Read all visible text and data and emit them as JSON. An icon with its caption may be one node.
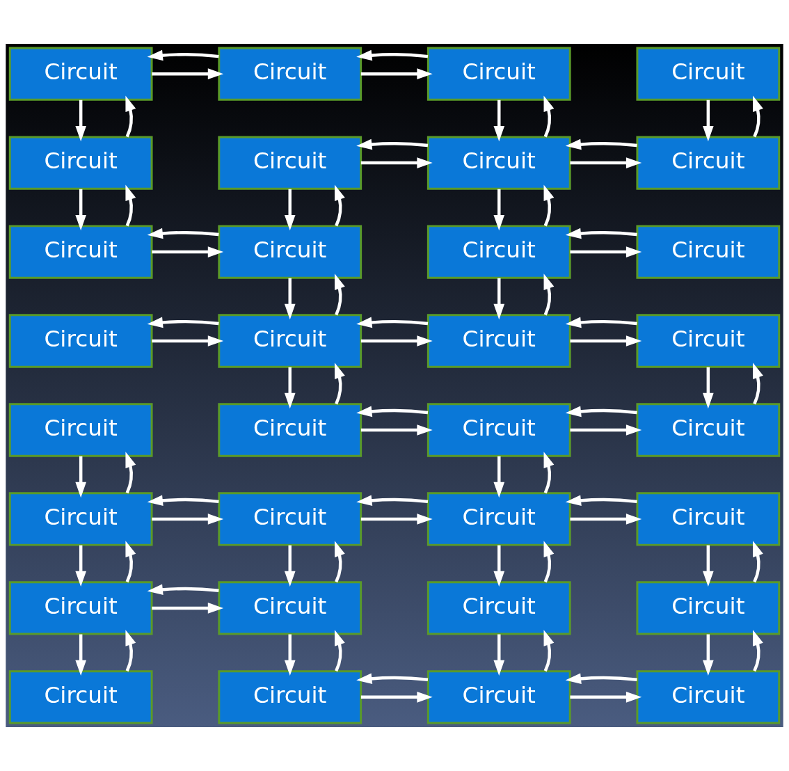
{
  "diagram": {
    "nodes": [
      {
        "text": [
          "Circuit"
        ]
      },
      {
        "text": [
          "Circuit"
        ]
      },
      {
        "text": [
          "Circuit"
        ]
      },
      {
        "text": [
          "Circuit"
        ]
      },
      {
        "text": [
          "Circuit"
        ]
      },
      {
        "text": [
          "Circuit"
        ]
      },
      {
        "text": [
          "Circuit"
        ]
      },
      {
        "text": [
          "Circuit"
        ]
      },
      {
        "text": [
          "Circuit"
        ]
      },
      {
        "text": [
          "Circuit"
        ]
      },
      {
        "text": [
          "Circuit"
        ]
      },
      {
        "text": [
          "Circuit"
        ]
      },
      {
        "text": [
          "Circuit"
        ]
      },
      {
        "text": [
          "Circuit"
        ]
      },
      {
        "text": [
          "Circuit"
        ]
      },
      {
        "text": [
          "Circuit"
        ]
      },
      {
        "text": [
          "Circuit"
        ]
      },
      {
        "text": [
          "Circuit"
        ]
      },
      {
        "text": [
          "Circuit"
        ]
      },
      {
        "text": [
          "Circuit"
        ]
      },
      {
        "text": [
          "Circuit"
        ]
      },
      {
        "text": [
          "Circuit"
        ]
      },
      {
        "text": [
          "Circuit"
        ]
      },
      {
        "text": [
          "Circuit"
        ]
      },
      {
        "text": [
          "Circuit"
        ]
      },
      {
        "text": [
          "Circuit"
        ]
      },
      {
        "text": [
          "Circuit"
        ]
      },
      {
        "text": [
          "Circuit"
        ]
      },
      {
        "text": [
          "Circuit"
        ]
      },
      {
        "text": [
          "Circuit"
        ]
      },
      {
        "text": [
          "Circuit"
        ]
      },
      {
        "text": [
          "Circuit"
        ]
      }
    ],
    "edges": [
      {
        "from": 0,
        "to": 1,
        "arrow": "to"
      },
      {
        "from": 1,
        "to": 0,
        "arrow": "to"
      },
      {
        "from": 1,
        "to": 2,
        "arrow": "to"
      },
      {
        "from": 2,
        "to": 1,
        "arrow": "to"
      },
      {
        "from": 0,
        "to": 4,
        "arrow": "to"
      },
      {
        "from": 4,
        "to": 0,
        "arrow": "to"
      },
      {
        "from": 2,
        "to": 6,
        "arrow": "to"
      },
      {
        "from": 6,
        "to": 2,
        "arrow": "to"
      },
      {
        "from": 3,
        "to": 7,
        "arrow": "to"
      },
      {
        "from": 7,
        "to": 3,
        "arrow": "to"
      },
      {
        "from": 5,
        "to": 6,
        "arrow": "to"
      },
      {
        "from": 6,
        "to": 5,
        "arrow": "to"
      },
      {
        "from": 6,
        "to": 7,
        "arrow": "to"
      },
      {
        "from": 7,
        "to": 6,
        "arrow": "to"
      },
      {
        "from": 4,
        "to": 8,
        "arrow": "to"
      },
      {
        "from": 8,
        "to": 4,
        "arrow": "to"
      },
      {
        "from": 5,
        "to": 9,
        "arrow": "to"
      },
      {
        "from": 9,
        "to": 5,
        "arrow": "to"
      },
      {
        "from": 6,
        "to": 10,
        "arrow": "to"
      },
      {
        "from": 10,
        "to": 6,
        "arrow": "to"
      },
      {
        "from": 8,
        "to": 9,
        "arrow": "to"
      },
      {
        "from": 9,
        "to": 8,
        "arrow": "to"
      },
      {
        "from": 10,
        "to": 11,
        "arrow": "to"
      },
      {
        "from": 11,
        "to": 10,
        "arrow": "to"
      },
      {
        "from": 9,
        "to": 13,
        "arrow": "to"
      },
      {
        "from": 13,
        "to": 9,
        "arrow": "to"
      },
      {
        "from": 10,
        "to": 14,
        "arrow": "to"
      },
      {
        "from": 14,
        "to": 10,
        "arrow": "to"
      },
      {
        "from": 12,
        "to": 13,
        "arrow": "to"
      },
      {
        "from": 13,
        "to": 12,
        "arrow": "to"
      },
      {
        "from": 13,
        "to": 14,
        "arrow": "to"
      },
      {
        "from": 14,
        "to": 13,
        "arrow": "to"
      },
      {
        "from": 14,
        "to": 15,
        "arrow": "to"
      },
      {
        "from": 15,
        "to": 14,
        "arrow": "to"
      },
      {
        "from": 13,
        "to": 17,
        "arrow": "to"
      },
      {
        "from": 17,
        "to": 13,
        "arrow": "to"
      },
      {
        "from": 15,
        "to": 19,
        "arrow": "to"
      },
      {
        "from": 19,
        "to": 15,
        "arrow": "to"
      },
      {
        "from": 17,
        "to": 18,
        "arrow": "to"
      },
      {
        "from": 18,
        "to": 17,
        "arrow": "to"
      },
      {
        "from": 18,
        "to": 19,
        "arrow": "to"
      },
      {
        "from": 19,
        "to": 18,
        "arrow": "to"
      },
      {
        "from": 16,
        "to": 20,
        "arrow": "to"
      },
      {
        "from": 20,
        "to": 16,
        "arrow": "to"
      },
      {
        "from": 18,
        "to": 22,
        "arrow": "to"
      },
      {
        "from": 22,
        "to": 18,
        "arrow": "to"
      },
      {
        "from": 20,
        "to": 21,
        "arrow": "to"
      },
      {
        "from": 21,
        "to": 20,
        "arrow": "to"
      },
      {
        "from": 21,
        "to": 22,
        "arrow": "to"
      },
      {
        "from": 22,
        "to": 21,
        "arrow": "to"
      },
      {
        "from": 22,
        "to": 23,
        "arrow": "to"
      },
      {
        "from": 23,
        "to": 22,
        "arrow": "to"
      },
      {
        "from": 20,
        "to": 24,
        "arrow": "to"
      },
      {
        "from": 24,
        "to": 20,
        "arrow": "to"
      },
      {
        "from": 21,
        "to": 25,
        "arrow": "to"
      },
      {
        "from": 25,
        "to": 21,
        "arrow": "to"
      },
      {
        "from": 22,
        "to": 26,
        "arrow": "to"
      },
      {
        "from": 26,
        "to": 22,
        "arrow": "to"
      },
      {
        "from": 23,
        "to": 27,
        "arrow": "to"
      },
      {
        "from": 27,
        "to": 23,
        "arrow": "to"
      },
      {
        "from": 24,
        "to": 25,
        "arrow": "to"
      },
      {
        "from": 25,
        "to": 24,
        "arrow": "to"
      },
      {
        "from": 24,
        "to": 28,
        "arrow": "to"
      },
      {
        "from": 28,
        "to": 24,
        "arrow": "to"
      },
      {
        "from": 25,
        "to": 29,
        "arrow": "to"
      },
      {
        "from": 29,
        "to": 25,
        "arrow": "to"
      },
      {
        "from": 26,
        "to": 30,
        "arrow": "to"
      },
      {
        "from": 30,
        "to": 26,
        "arrow": "to"
      },
      {
        "from": 27,
        "to": 31,
        "arrow": "to"
      },
      {
        "from": 31,
        "to": 27,
        "arrow": "to"
      },
      {
        "from": 29,
        "to": 30,
        "arrow": "to"
      },
      {
        "from": 30,
        "to": 29,
        "arrow": "to"
      },
      {
        "from": 30,
        "to": 31,
        "arrow": "to"
      },
      {
        "from": 31,
        "to": 30,
        "arrow": "to"
      }
    ]
  }
}
